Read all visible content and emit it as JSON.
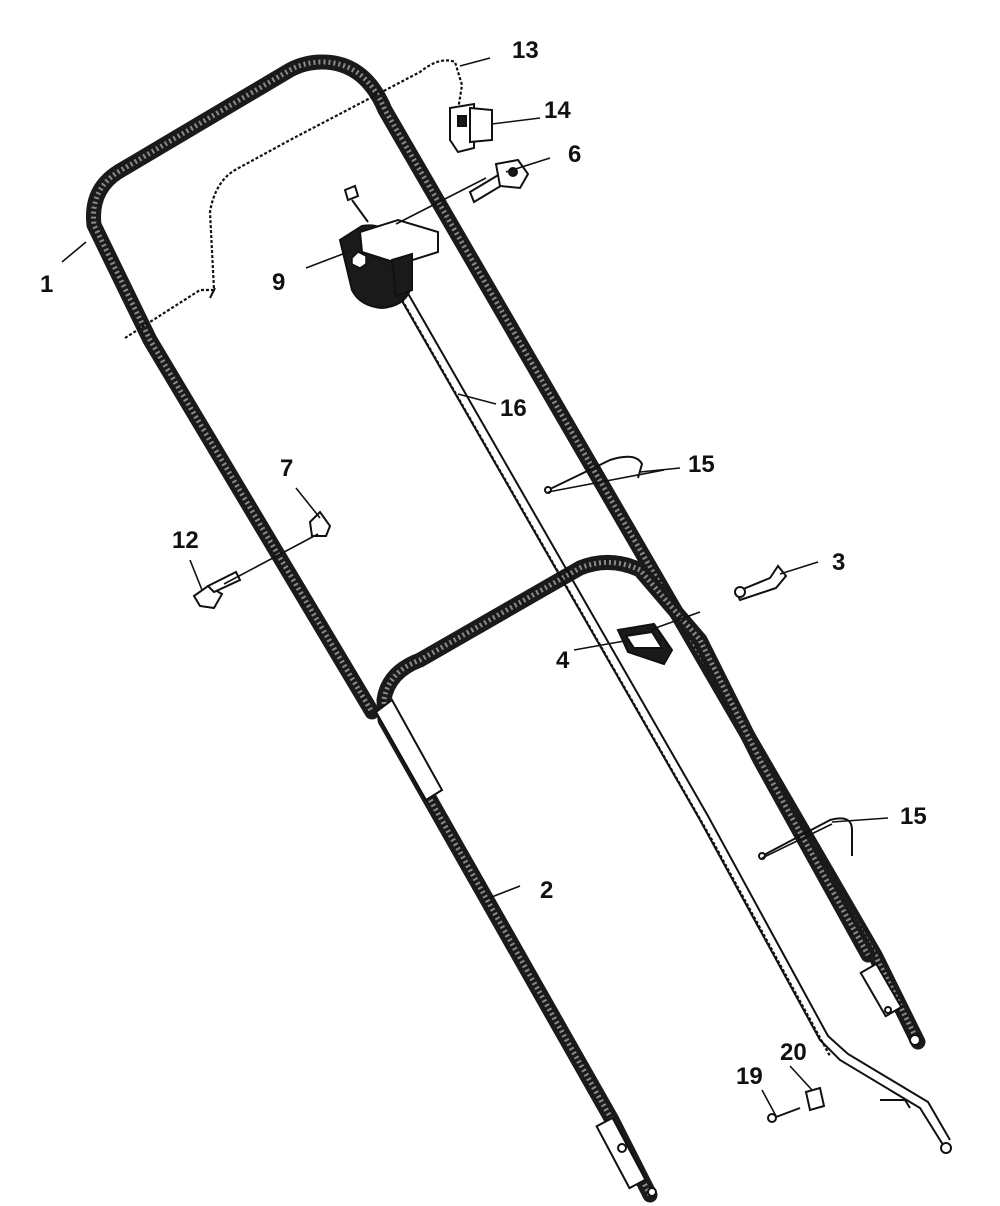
{
  "parts": [
    {
      "id": "part-1",
      "label": "1"
    },
    {
      "id": "part-2",
      "label": "2"
    },
    {
      "id": "part-3",
      "label": "3"
    },
    {
      "id": "part-4",
      "label": "4"
    },
    {
      "id": "part-6",
      "label": "6"
    },
    {
      "id": "part-7",
      "label": "7"
    },
    {
      "id": "part-9",
      "label": "9"
    },
    {
      "id": "part-12",
      "label": "12"
    },
    {
      "id": "part-13",
      "label": "13"
    },
    {
      "id": "part-14",
      "label": "14"
    },
    {
      "id": "part-15a",
      "label": "15"
    },
    {
      "id": "part-15b",
      "label": "15"
    },
    {
      "id": "part-16",
      "label": "16"
    },
    {
      "id": "part-19",
      "label": "19"
    },
    {
      "id": "part-20",
      "label": "20"
    }
  ]
}
